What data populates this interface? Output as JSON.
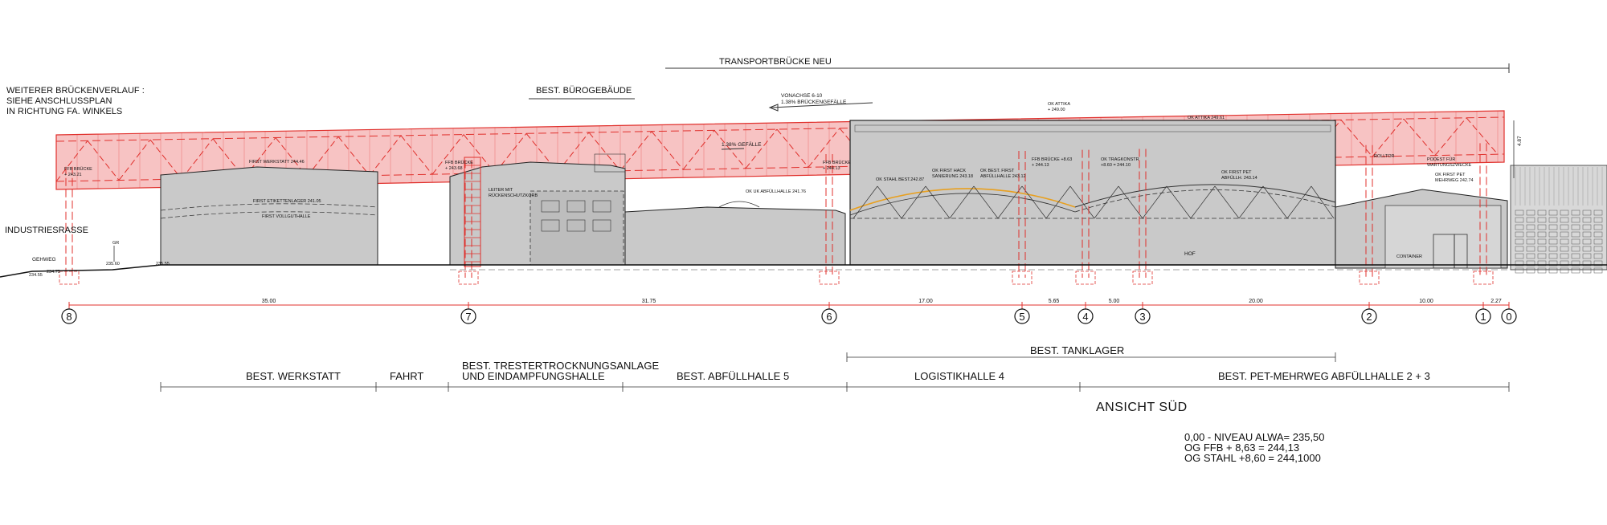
{
  "top_labels": {
    "bridge_title": "TRANSPORTBRÜCKE NEU",
    "office": "BEST. BÜROGEBÄUDE",
    "further_line1": "WEITERER BRÜCKENVERLAUF :",
    "further_line2": "SIEHE ANSCHLUSSPLAN",
    "further_line3": "IN RICHTUNG FA. WINKELS",
    "axis_note_line1": "VONACHSE 6-10",
    "axis_note_line2": "1.38% BRÜCKENGEFÄLLE",
    "slope": "1.38% GEFÄLLE",
    "dim_vertical": "4.87"
  },
  "left_labels": {
    "street": "INDUSTRIESRASSE",
    "sidewalk": "GEHWEG",
    "gr": "GR"
  },
  "small_labels": {
    "ffb_bruecke_8": "FFB BRÜCKE",
    "ffb_bruecke_8_val": "+ 243.21",
    "first_werkstatt": "FIRST WERKSTATT 244.46",
    "first_etikettenlager": "FIRST ETIKETTENLAGER 241.05",
    "first_vollguthalle": "FIRST VOLLGUTHALLE",
    "ffb_bruecke_7": "FFB BRÜCKE",
    "ffb_bruecke_7_val": "+ 243.68",
    "leiter_line1": "LEITER MIT",
    "leiter_line2": "RÜCKENSCHUTZKORB",
    "ok_uk_abfuellhalle": "OK UK ABFÜLLHALLE 241.76",
    "ffb_bruecke_6": "FFB BRÜCKE",
    "ffb_bruecke_6_val": "+ 244.13",
    "ok_stahl": "OK STAHL BEST.242.87",
    "ok_first_hack": "OK FIRST HACK",
    "sanierung": "SANIERUNG 243.18",
    "ok_best_first": "OK BEST. FIRST",
    "abfuellhalle": "ABFÜLLHALLE 243.12",
    "ffb_bruecke_mid": "FFB BRÜCKE +8.63",
    "ffb_bruecke_mid_val": "+ 244.13",
    "ok_attika": "OK ATTIKA",
    "ok_attika_val": "+ 249.00",
    "ok_tragkonst_line1": "OK TRAGKONSTR",
    "ok_tragkonst_line2": "+8.60 = 244.10",
    "ok_first_pet_line1": "OK FIRST PET",
    "ok_first_pet_line2": "ABFÜLLH. 243.14",
    "ok_first_pet_mehrweg_line1": "OK FIRST PET",
    "ok_first_pet_mehrweg_line2": "MEHRWEG 242.74",
    "rolltor": "ROLLTOR",
    "podest_line1": "PODEST FÜR",
    "podest_line2": "WARTUNGSZWECKE",
    "container": "CONTAINER",
    "hof": "HOF",
    "attika_top": "OK ATTIKA 249.61",
    "ground_1": "234.55",
    "ground_2": "234.75",
    "ground_3": "235.60",
    "ground_4": "235.55"
  },
  "axes": [
    {
      "id": "8",
      "label": "8"
    },
    {
      "id": "7",
      "label": "7"
    },
    {
      "id": "6",
      "label": "6"
    },
    {
      "id": "5",
      "label": "5"
    },
    {
      "id": "4",
      "label": "4"
    },
    {
      "id": "3",
      "label": "3"
    },
    {
      "id": "2",
      "label": "2"
    },
    {
      "id": "1",
      "label": "1"
    },
    {
      "id": "0",
      "label": "0"
    }
  ],
  "axis_dimensions": [
    "35.00",
    "31.75",
    "17.00",
    "5.65",
    "5.00",
    "20.00",
    "10.00",
    "2.27"
  ],
  "tank_group": "BEST. TANKLAGER",
  "building_labels": {
    "werkstatt": "BEST. WERKSTATT",
    "fahrt": "FAHRT",
    "trester_line1": "BEST. TRESTERTROCKNUNGSANLAGE",
    "trester_line2": "UND EINDAMPFUNGSHALLE",
    "abfuellhalle5": "BEST. ABFÜLLHALLE 5",
    "logistik": "LOGISTIKHALLE 4",
    "pet": "BEST. PET-MEHRWEG ABFÜLLHALLE 2 + 3"
  },
  "view_title": "ANSICHT SÜD",
  "levels": {
    "line1": "0,00 - NIVEAU  ALWA= 235,50",
    "line2": "OG FFB + 8,63 = 244,13",
    "line3": "OG STAHL +8,60 =  244,1000"
  },
  "colors": {
    "bridge_fill": "#f6b9b9",
    "bridge_line": "#e0302c",
    "building_fill": "#c9c9c9",
    "building_dark": "#b3b3b3",
    "line": "#222222",
    "roof_accent": "#e8a020"
  }
}
